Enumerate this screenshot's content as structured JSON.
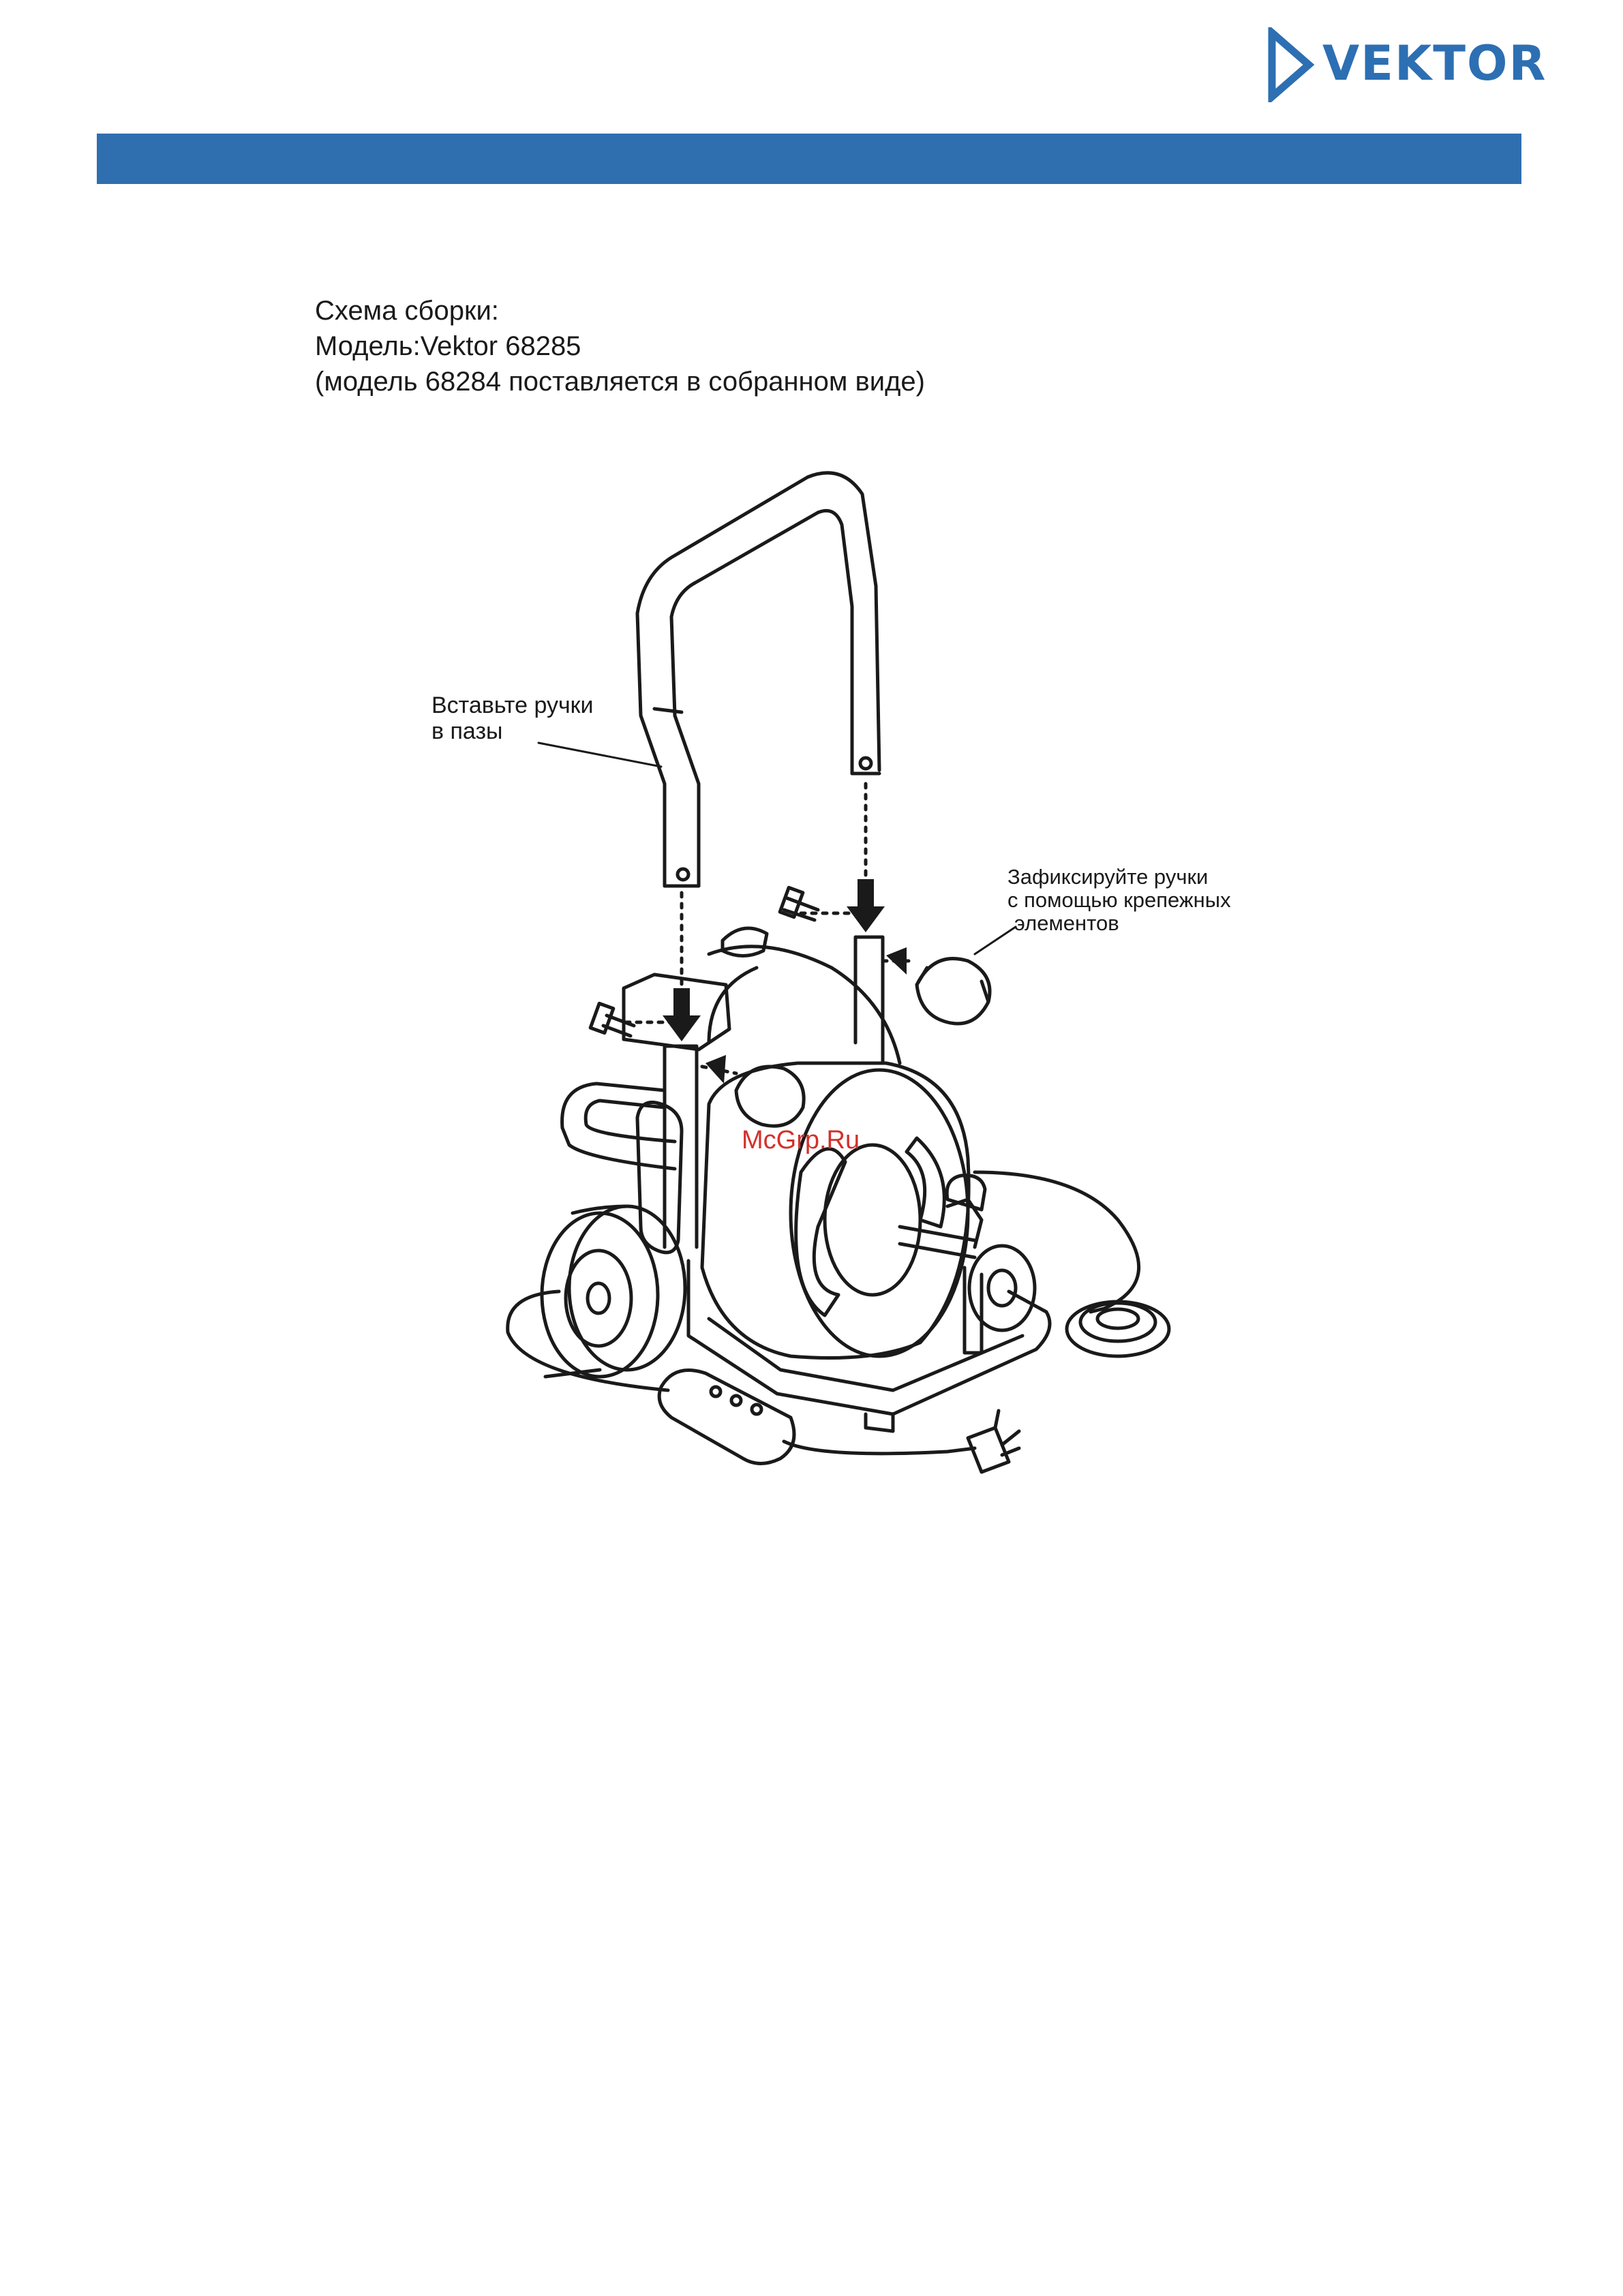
{
  "brand": {
    "name": "VEKTOR",
    "color": "#2d6fb3"
  },
  "header_bar_color": "#2f6faf",
  "intro": {
    "line1": "Схема сборки:",
    "line2": "Модель:Vektor 68285",
    "line3": "(модель 68284 поставляется в собранном виде)"
  },
  "diagram": {
    "label_insert": {
      "line1": "Вставьте ручки",
      "line2": "в пазы"
    },
    "label_fix": {
      "line1": "Зафиксируйте ручки",
      "line2": "с помощью крепежных",
      "line3": "элементов"
    }
  },
  "watermark": "McGrp.Ru"
}
